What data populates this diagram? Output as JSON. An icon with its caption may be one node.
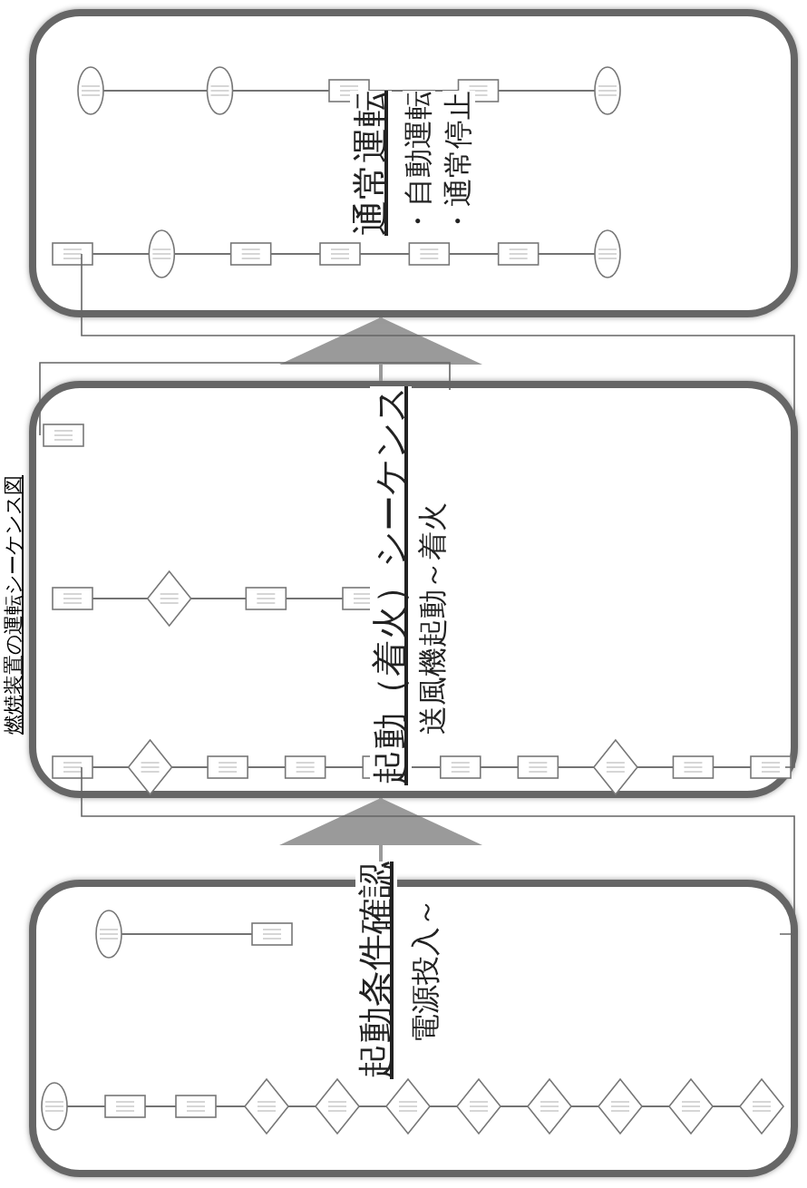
{
  "diagram": {
    "title": "燃焼装置の運転シーケンス図",
    "nodes": [
      {
        "text": [
          "起動条件確認",
          "電源投入～"
        ]
      },
      {
        "text": [
          "起動（着火）シーケンス",
          "送風機起動～着火"
        ]
      },
      {
        "text": [
          "通常運転",
          "・自動運転",
          "・通常停止"
        ]
      }
    ],
    "edges": [
      {
        "from": 0,
        "to": 1,
        "arrow": "to"
      },
      {
        "from": 1,
        "to": 2,
        "arrow": "to"
      }
    ]
  }
}
